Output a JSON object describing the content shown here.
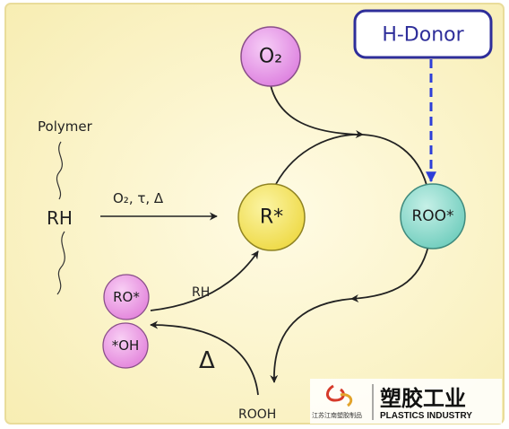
{
  "diagram": {
    "polymer_label": "Polymer",
    "rh_label": "RH",
    "conditions_label": "O₂, τ, Δ",
    "rh_arrow_label": "RH",
    "delta_label": "Δ",
    "rooh_label": "ROOH",
    "h_donor_label": "H-Donor",
    "nodes": {
      "o2": "O₂",
      "r_radical": "R*",
      "roo_radical": "ROO*",
      "ro_radical": "RO*",
      "oh_radical": "*OH"
    },
    "colors": {
      "background": "#fdf6c8",
      "o2_fill": "#e79ee9",
      "r_fill": "#f4e66a",
      "roo_fill": "#8fdccf",
      "ro_fill": "#ee9fe6",
      "h_donor_border": "#2e2e9a",
      "dashed_arrow": "#2d3ed8",
      "arrow": "#222222"
    }
  },
  "logo": {
    "org_text": "江苏江南塑胶制品",
    "title_cn": "塑胶工业",
    "title_en": "PLASTICS INDUSTRY"
  }
}
